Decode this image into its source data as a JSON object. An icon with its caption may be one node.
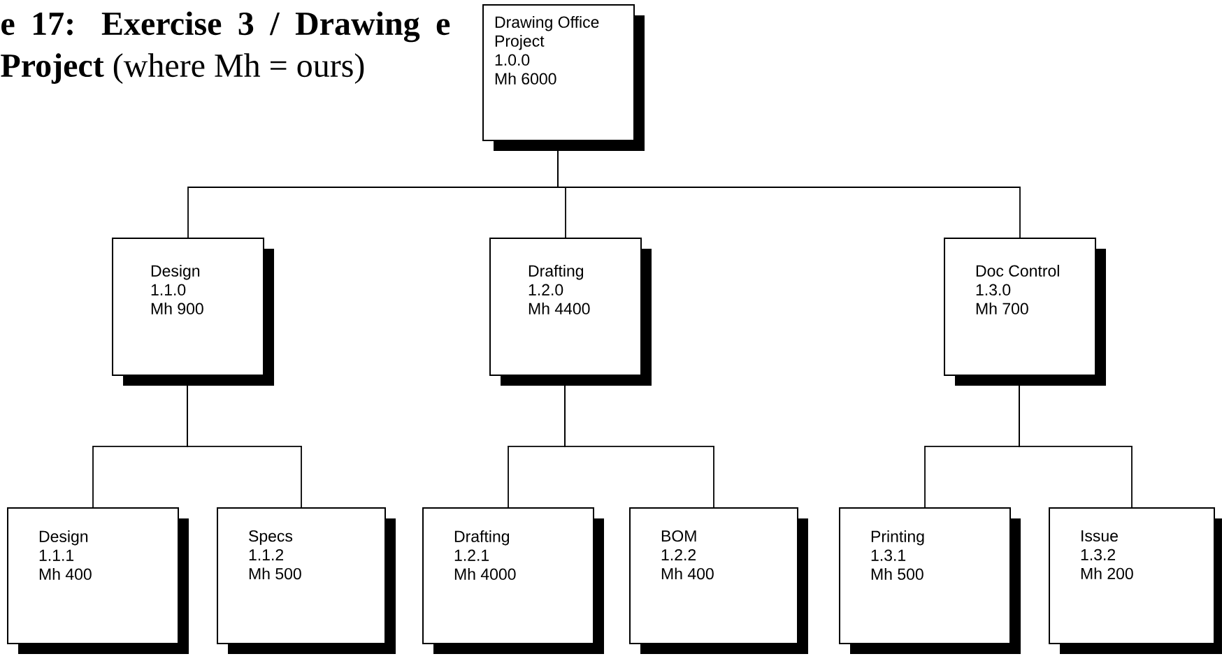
{
  "diagram": {
    "title": "**e 17: Exercise 3 / Drawing e Project** (where Mh = ours)",
    "nodes": [
      {
        "text": [
          "Drawing Office Project",
          "1.0.0",
          "Mh 6000"
        ]
      },
      {
        "text": [
          "Design",
          "1.1.0",
          "Mh 900"
        ]
      },
      {
        "text": [
          "Drafting",
          "1.2.0",
          "Mh 4400"
        ]
      },
      {
        "text": [
          "Doc Control",
          "1.3.0",
          "Mh 700"
        ]
      },
      {
        "text": [
          "Design",
          "1.1.1",
          "Mh 400"
        ]
      },
      {
        "text": [
          "Specs",
          "1.1.2",
          "Mh 500"
        ]
      },
      {
        "text": [
          "Drafting",
          "1.2.1",
          "Mh 4000"
        ]
      },
      {
        "text": [
          "BOM",
          "1.2.2",
          "Mh 400"
        ]
      },
      {
        "text": [
          "Printing",
          "1.3.1",
          "Mh 500"
        ]
      },
      {
        "text": [
          "Issue",
          "1.3.2",
          "Mh 200"
        ]
      }
    ],
    "edges": [
      {
        "from": 0,
        "to": 1,
        "arrow": "none"
      },
      {
        "from": 0,
        "to": 2,
        "arrow": "none"
      },
      {
        "from": 0,
        "to": 3,
        "arrow": "none"
      },
      {
        "from": 1,
        "to": 4,
        "arrow": "none"
      },
      {
        "from": 1,
        "to": 5,
        "arrow": "none"
      },
      {
        "from": 2,
        "to": 6,
        "arrow": "none"
      },
      {
        "from": 2,
        "to": 7,
        "arrow": "none"
      },
      {
        "from": 3,
        "to": 8,
        "arrow": "none"
      },
      {
        "from": 3,
        "to": 9,
        "arrow": "none"
      }
    ]
  }
}
